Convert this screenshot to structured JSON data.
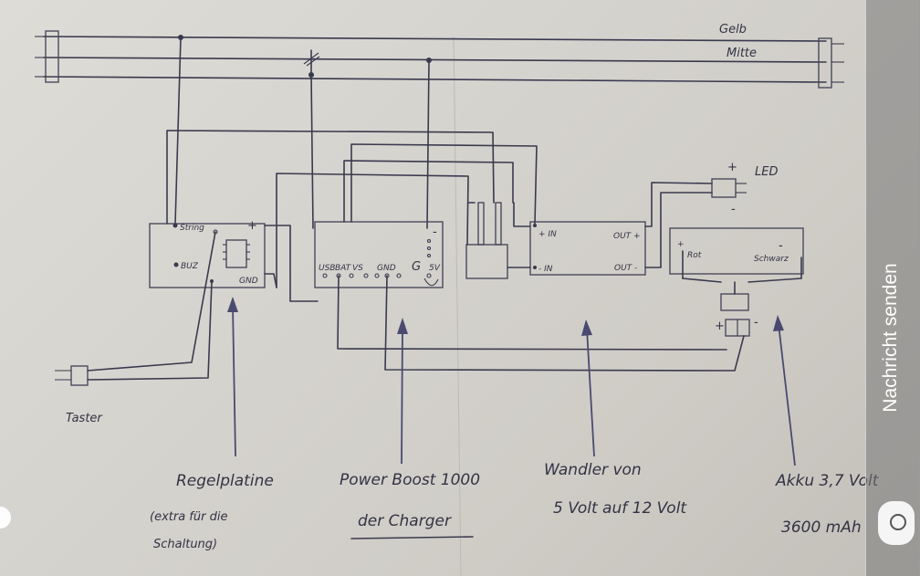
{
  "diagram": {
    "bus_labels": {
      "yellow": "Gelb",
      "middle": "Mitte"
    },
    "modules": {
      "controller": {
        "pins": {
          "string": "String",
          "buz": "BUZ",
          "plus": "+",
          "gnd": "GND"
        },
        "caption": "Regelplatine",
        "note_line1": "(extra für die",
        "note_line2": "Schaltung)"
      },
      "powerboost": {
        "pins": {
          "usb": "USB",
          "bat": "BAT",
          "vs": "VS",
          "gnd": "GND",
          "g": "G",
          "v5": "5V"
        },
        "side_minus": "-",
        "caption_line1": "Power Boost 1000",
        "caption_line2": "der Charger"
      },
      "converter": {
        "pins": {
          "in_plus": "+ IN",
          "in_minus": "- IN",
          "out_plus": "OUT +",
          "out_minus": "OUT -"
        },
        "caption_line1": "Wandler von",
        "caption_line2": "5 Volt auf 12 Volt"
      },
      "battery": {
        "pins": {
          "red": "Rot",
          "black": "Schwarz",
          "plus": "+",
          "minus": "-"
        },
        "connector_plus": "+",
        "connector_minus": "-",
        "caption_line1": "Akku 3,7 Volt",
        "caption_line2": "3600 mAh"
      },
      "led": {
        "label": "LED",
        "plus": "+",
        "minus": "-"
      },
      "button": {
        "label": "Taster"
      }
    }
  },
  "ui": {
    "send_message": "Nachricht senden",
    "colors": {
      "overlay": "#7a7a7a",
      "ink": "#3a3a4e",
      "paper": "#d8d6d1"
    }
  }
}
